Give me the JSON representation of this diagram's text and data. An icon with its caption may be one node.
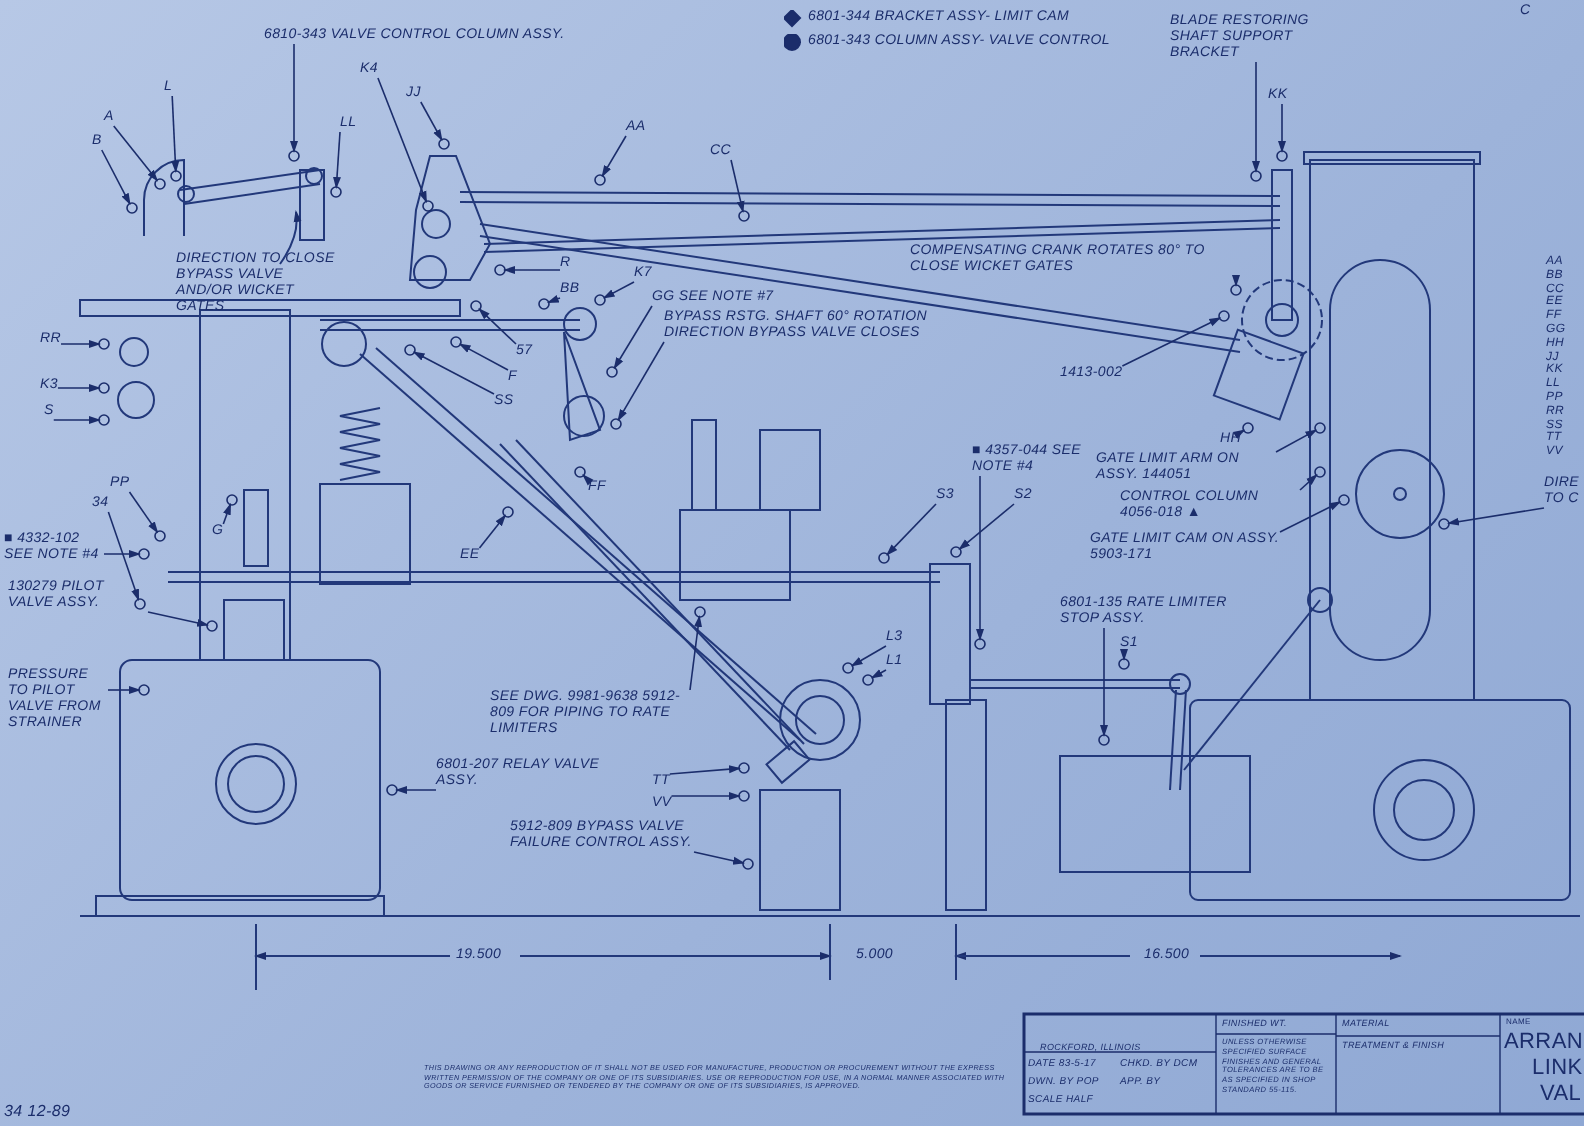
{
  "diagram": {
    "nodes": [
      {
        "text": [
          "6810-343 VALVE CONTROL COLUMN ASSY."
        ]
      },
      {
        "text": [
          "A"
        ]
      },
      {
        "text": [
          "B"
        ]
      },
      {
        "text": [
          "L"
        ]
      },
      {
        "text": [
          "K4"
        ]
      },
      {
        "text": [
          "JJ"
        ]
      },
      {
        "text": [
          "LL"
        ]
      },
      {
        "text": [
          "AA"
        ]
      },
      {
        "text": [
          "CC"
        ]
      },
      {
        "text": [
          "R"
        ]
      },
      {
        "text": [
          "K7"
        ]
      },
      {
        "text": [
          "BB"
        ]
      },
      {
        "text": [
          "GG SEE NOTE #7"
        ]
      },
      {
        "text": [
          "BYPASS RSTG. SHAFT 60° ROTATION DIRECTION BYPASS VALVE CLOSES"
        ]
      },
      {
        "text": [
          "57"
        ]
      },
      {
        "text": [
          "F"
        ]
      },
      {
        "text": [
          "SS"
        ]
      },
      {
        "text": [
          "RR"
        ]
      },
      {
        "text": [
          "K3"
        ]
      },
      {
        "text": [
          "S"
        ]
      },
      {
        "text": [
          "BLADE RESTORING SHAFT SUPPORT BRACKET"
        ]
      },
      {
        "text": [
          "KK"
        ]
      },
      {
        "text": [
          "COMPENSATING CRANK ROTATES 80° TO CLOSE WICKET GATES"
        ]
      },
      {
        "text": [
          "1413-002"
        ]
      },
      {
        "text": [
          "HH"
        ]
      },
      {
        "text": [
          "GATE LIMIT ARM ON ASSY. 144051"
        ]
      },
      {
        "text": [
          "CONTROL COLUMN 4056-018 ▲"
        ]
      },
      {
        "text": [
          "GATE LIMIT CAM ON ASSY. 5903-171"
        ]
      },
      {
        "text": [
          "DIRE TO C"
        ]
      },
      {
        "text": [
          "■ 4332-102 SEE NOTE #4"
        ]
      },
      {
        "text": [
          "34"
        ]
      },
      {
        "text": [
          "PP"
        ]
      },
      {
        "text": [
          "G"
        ]
      },
      {
        "text": [
          "130279 PILOT VALVE ASSY."
        ]
      },
      {
        "text": [
          "PRESSURE TO PILOT VALVE FROM STRAINER"
        ]
      },
      {
        "text": [
          "EE"
        ]
      },
      {
        "text": [
          "FF"
        ]
      },
      {
        "text": [
          "SEE DWG. 9981-9638 5912-809 FOR PIPING TO RATE LIMITERS"
        ]
      },
      {
        "text": [
          "6801-207 RELAY VALVE ASSY."
        ]
      },
      {
        "text": [
          "TT"
        ]
      },
      {
        "text": [
          "VV"
        ]
      },
      {
        "text": [
          "5912-809 BYPASS VALVE FAILURE CONTROL ASSY."
        ]
      },
      {
        "text": [
          "■ 4357-044 SEE NOTE #4"
        ]
      },
      {
        "text": [
          "S3"
        ]
      },
      {
        "text": [
          "S2"
        ]
      },
      {
        "text": [
          "L3"
        ]
      },
      {
        "text": [
          "L1"
        ]
      },
      {
        "text": [
          "6801-135 RATE LIMITER STOP ASSY."
        ]
      },
      {
        "text": [
          "S1"
        ]
      },
      {
        "text": [],
        "shape": "circle"
      },
      {
        "text": [],
        "shape": "circle"
      },
      {
        "text": [],
        "shape": "circle"
      },
      {
        "text": [],
        "shape": "circle"
      },
      {
        "text": [],
        "shape": "circle"
      },
      {
        "text": [],
        "shape": "circle"
      },
      {
        "text": [],
        "shape": "circle"
      },
      {
        "text": [],
        "shape": "circle"
      },
      {
        "text": [],
        "shape": "circle"
      },
      {
        "text": [],
        "shape": "circle"
      },
      {
        "text": [],
        "shape": "circle"
      },
      {
        "text": [],
        "shape": "circle"
      },
      {
        "text": [],
        "shape": "circle"
      },
      {
        "text": [],
        "shape": "circle"
      },
      {
        "text": [],
        "shape": "circle"
      },
      {
        "text": [],
        "shape": "circle"
      },
      {
        "text": [],
        "shape": "circle"
      },
      {
        "text": [],
        "shape": "circle"
      },
      {
        "text": [],
        "shape": "circle"
      },
      {
        "text": [],
        "shape": "circle"
      },
      {
        "text": [],
        "shape": "circle"
      },
      {
        "text": [],
        "shape": "circle"
      },
      {
        "text": [],
        "shape": "circle"
      },
      {
        "text": [],
        "shape": "circle"
      },
      {
        "text": [],
        "shape": "circle"
      },
      {
        "text": [],
        "shape": "circle"
      },
      {
        "text": [],
        "shape": "circle"
      },
      {
        "text": [],
        "shape": "circle"
      },
      {
        "text": [],
        "shape": "circle"
      },
      {
        "text": [],
        "shape": "circle"
      },
      {
        "text": [],
        "shape": "circle"
      },
      {
        "text": [],
        "shape": "circle"
      },
      {
        "text": [],
        "shape": "circle"
      },
      {
        "text": [],
        "shape": "circle"
      },
      {
        "text": [],
        "shape": "circle"
      },
      {
        "text": [],
        "shape": "circle"
      },
      {
        "text": [],
        "shape": "circle"
      },
      {
        "text": [],
        "shape": "circle"
      },
      {
        "text": [],
        "shape": "circle"
      },
      {
        "text": [],
        "shape": "circle"
      },
      {
        "text": [],
        "shape": "circle"
      },
      {
        "text": [],
        "shape": "circle"
      },
      {
        "text": [],
        "shape": "circle"
      },
      {
        "text": [],
        "shape": "circle"
      },
      {
        "text": [],
        "shape": "circle"
      },
      {
        "text": [],
        "shape": "circle"
      },
      {
        "text": [],
        "shape": "circle"
      },
      {
        "text": [],
        "shape": "circle"
      },
      {
        "text": [],
        "shape": "circle"
      }
    ],
    "edges": [
      {
        "from": 0,
        "to": 49,
        "arrow": "to"
      },
      {
        "from": 1,
        "to": 50,
        "arrow": "to"
      },
      {
        "from": 2,
        "to": 51,
        "arrow": "to"
      },
      {
        "from": 3,
        "to": 52,
        "arrow": "to"
      },
      {
        "from": 4,
        "to": 53,
        "arrow": "to"
      },
      {
        "from": 5,
        "to": 54,
        "arrow": "to"
      },
      {
        "from": 6,
        "to": 55,
        "arrow": "to"
      },
      {
        "from": 7,
        "to": 56,
        "arrow": "to"
      },
      {
        "from": 8,
        "to": 57,
        "arrow": "to"
      },
      {
        "from": 9,
        "to": 58,
        "arrow": "to"
      },
      {
        "from": 10,
        "to": 59,
        "arrow": "to"
      },
      {
        "from": 11,
        "to": 60,
        "arrow": "to"
      },
      {
        "from": 12,
        "to": 61,
        "arrow": "to"
      },
      {
        "from": 13,
        "to": 62,
        "arrow": "to"
      },
      {
        "from": 14,
        "to": 63,
        "arrow": "to"
      },
      {
        "from": 15,
        "to": 64,
        "arrow": "to"
      },
      {
        "from": 16,
        "to": 65,
        "arrow": "to"
      },
      {
        "from": 17,
        "to": 66,
        "arrow": "to"
      },
      {
        "from": 18,
        "to": 67,
        "arrow": "to"
      },
      {
        "from": 19,
        "to": 68,
        "arrow": "to"
      },
      {
        "from": 20,
        "to": 69,
        "arrow": "to"
      },
      {
        "from": 21,
        "to": 70,
        "arrow": "to"
      },
      {
        "from": 22,
        "to": 71,
        "arrow": "to"
      },
      {
        "from": 23,
        "to": 72,
        "arrow": "to"
      },
      {
        "from": 24,
        "to": 73,
        "arrow": "to"
      },
      {
        "from": 25,
        "to": 74,
        "arrow": "to"
      },
      {
        "from": 26,
        "to": 75,
        "arrow": "to"
      },
      {
        "from": 27,
        "to": 76,
        "arrow": "to"
      },
      {
        "from": 28,
        "to": 77,
        "arrow": "to"
      },
      {
        "from": 29,
        "to": 78,
        "arrow": "to"
      },
      {
        "from": 30,
        "to": 79,
        "arrow": "to"
      },
      {
        "from": 31,
        "to": 80,
        "arrow": "to"
      },
      {
        "from": 32,
        "to": 81,
        "arrow": "to"
      },
      {
        "from": 33,
        "to": 82,
        "arrow": "to"
      },
      {
        "from": 34,
        "to": 83,
        "arrow": "to"
      },
      {
        "from": 35,
        "to": 84,
        "arrow": "to"
      },
      {
        "from": 36,
        "to": 85,
        "arrow": "to"
      },
      {
        "from": 37,
        "to": 86,
        "arrow": "to"
      },
      {
        "from": 38,
        "to": 87,
        "arrow": "to"
      },
      {
        "from": 39,
        "to": 88,
        "arrow": "to"
      },
      {
        "from": 40,
        "to": 89,
        "arrow": "to"
      },
      {
        "from": 41,
        "to": 90,
        "arrow": "to"
      },
      {
        "from": 42,
        "to": 91,
        "arrow": "to"
      },
      {
        "from": 43,
        "to": 92,
        "arrow": "to"
      },
      {
        "from": 44,
        "to": 93,
        "arrow": "to"
      },
      {
        "from": 45,
        "to": 94,
        "arrow": "to"
      },
      {
        "from": 46,
        "to": 95,
        "arrow": "to"
      },
      {
        "from": 47,
        "to": 96,
        "arrow": "to"
      },
      {
        "from": 48,
        "to": 97,
        "arrow": "to"
      }
    ],
    "labels": [
      "C",
      "DIRECTION TO CLOSE BYPASS VALVE AND/OR WICKET GATES",
      "19.500",
      "5.000",
      "16.500",
      "THIS DRAWING OR ANY REPRODUCTION OF IT SHALL NOT BE USED FOR MANUFACTURE, PRODUCTION OR PROCUREMENT WITHOUT THE EXPRESS WRITTEN PERMISSION OF THE COMPANY OR ONE OF ITS SUBSIDIARIES. USE OR REPRODUCTION FOR USE, IN A NORMAL MANNER ASSOCIATED WITH GOODS OR SERVICE FURNISHED OR TENDERED BY THE COMPANY OR ONE OF ITS SUBSIDIARIES, IS APPROVED.",
      "ROCKFORD, ILLINOIS",
      "DATE 83-5-17",
      "CHKD. BY DCM",
      "DWN. BY POP",
      "APP. BY",
      "SCALE HALF",
      "FINISHED WT.",
      "UNLESS OTHERWISE SPECIFIED SURFACE FINISHES AND GENERAL TOLERANCES ARE TO BE AS SPECIFIED IN SHOP STANDARD 55-115.",
      "MATERIAL",
      "TREATMENT & FINISH",
      "NAME",
      "ARRAN",
      "LINK",
      "VAL",
      "34 12-89",
      "AA",
      "BB",
      "CC",
      "EE",
      "FF",
      "GG",
      "HH",
      "JJ",
      "KK",
      "LL",
      "PP",
      "RR",
      "SS",
      "TT",
      "VV"
    ],
    "legend": [
      {
        "text": "6801-344 BRACKET ASSY- LIMIT CAM"
      },
      {
        "text": "6801-343 COLUMN ASSY- VALVE CONTROL"
      }
    ]
  }
}
